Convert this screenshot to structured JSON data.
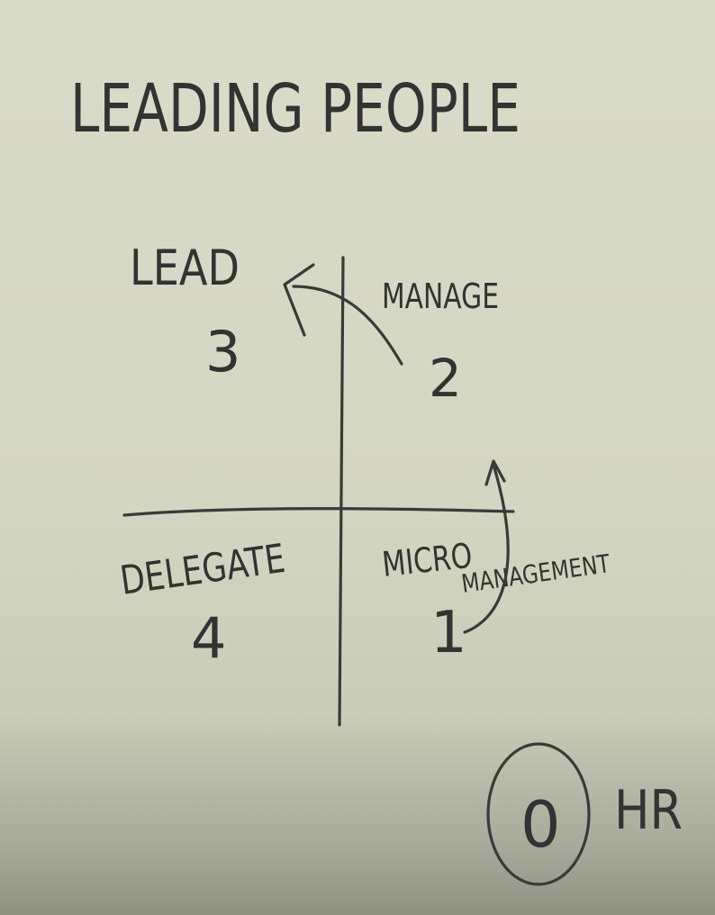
{
  "title": "LEADING PEOPLE",
  "quadrants": {
    "top_left": {
      "label": "LEAD",
      "number": "3"
    },
    "top_right": {
      "label": "MANAGE",
      "number": "2"
    },
    "bottom_left": {
      "label": "DELEGATE",
      "number": "4"
    },
    "bottom_right": {
      "label_line1": "MICRO",
      "label_line2": "MANAGEMENT",
      "number": "1"
    }
  },
  "circled": {
    "number": "0",
    "label": "HR"
  },
  "colors": {
    "board": "#d7dac6",
    "ink": "#3a3a38"
  }
}
